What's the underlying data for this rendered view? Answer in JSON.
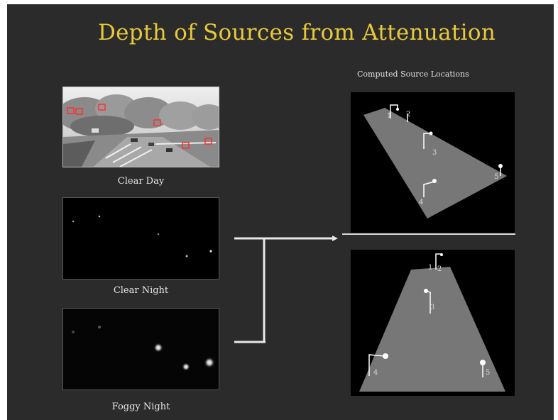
{
  "slide": {
    "title": "Depth of Sources from Attenuation",
    "computed_label": "Computed Source  Locations"
  },
  "captions": {
    "clear_day": "Clear Day",
    "clear_night": "Clear Night",
    "foggy_night": "Foggy Night"
  },
  "markers": {
    "top": [
      "1",
      "2",
      "3",
      "4",
      "5"
    ],
    "bottom": [
      "1",
      "2",
      "3",
      "4",
      "5"
    ]
  },
  "colors": {
    "title": "#e7c93c",
    "background": "#2b2b2b",
    "plane": "#777777",
    "marker": "#ffffff",
    "highlight": "#ff3030"
  }
}
